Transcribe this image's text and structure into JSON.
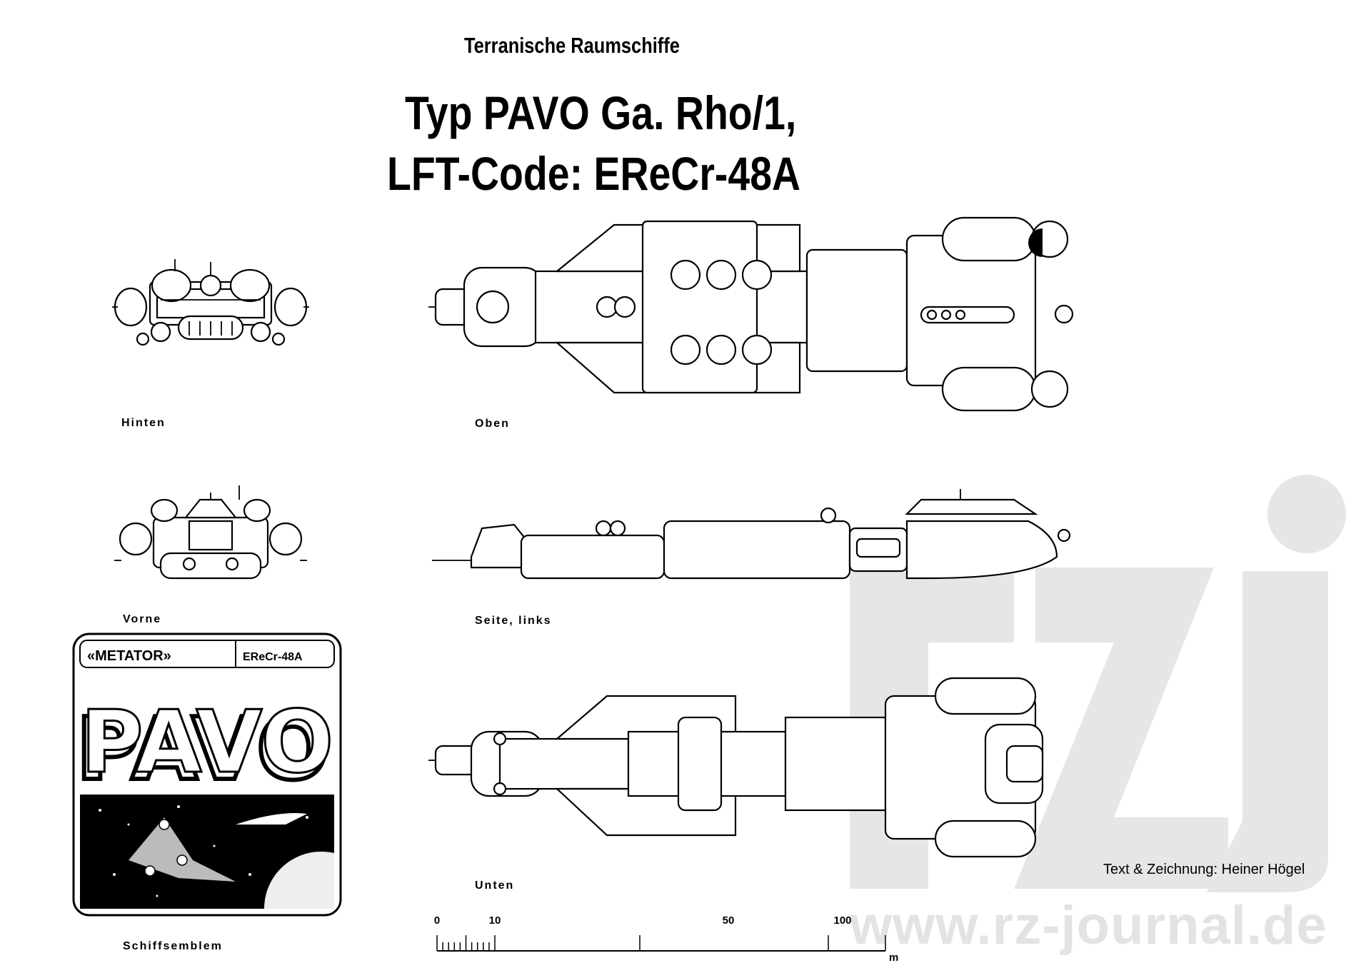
{
  "header": {
    "supertitle": "Terranische Raumschiffe",
    "title_line1": "Typ PAVO Ga. Rho/1,",
    "title_line2": "LFT-Code:  EReCr-48A"
  },
  "views": {
    "hinten": "Hinten",
    "oben": "Oben",
    "vorne": "Vorne",
    "seite": "Seite, links",
    "unten": "Unten",
    "emblem": "Schiffsemblem"
  },
  "emblem": {
    "ship_name": "«METATOR»",
    "code": "EReCr-48A",
    "name": "PAVO"
  },
  "scale": {
    "ticks": [
      "0",
      "10",
      "50",
      "100"
    ],
    "unit": "m"
  },
  "credit": "Text & Zeichnung: Heiner Högel",
  "watermark": {
    "url": "www.rz-journal.de"
  },
  "colors": {
    "ink": "#000000",
    "paper": "#ffffff",
    "watermark": "#e3e3e3"
  }
}
